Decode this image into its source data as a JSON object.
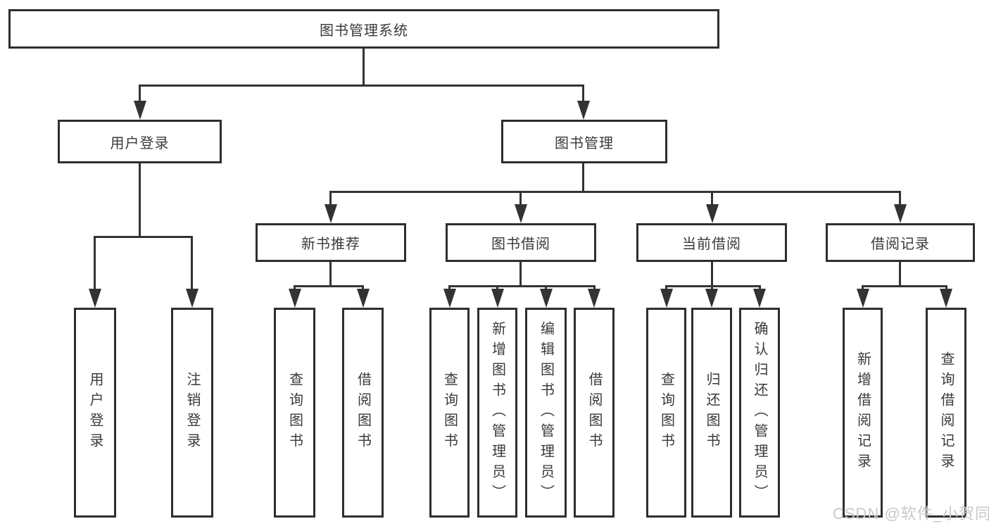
{
  "diagram": {
    "title": "图书管理系统",
    "root": {
      "label": "图书管理系统"
    },
    "level2": [
      {
        "id": "user-login",
        "label": "用户登录"
      },
      {
        "id": "book-management",
        "label": "图书管理"
      }
    ],
    "level3": [
      {
        "id": "new-book-recommend",
        "label": "新书推荐"
      },
      {
        "id": "book-borrow",
        "label": "图书借阅"
      },
      {
        "id": "current-borrow",
        "label": "当前借阅"
      },
      {
        "id": "borrow-records",
        "label": "借阅记录"
      }
    ],
    "leaves": [
      {
        "id": "user-login-leaf",
        "label": "用户登录"
      },
      {
        "id": "logout",
        "label": "注销登录"
      },
      {
        "id": "query-book-1",
        "label": "查询图书"
      },
      {
        "id": "borrow-book-1",
        "label": "借阅图书"
      },
      {
        "id": "query-book-2",
        "label": "查询图书"
      },
      {
        "id": "add-book-admin",
        "label": "新增图书（管理员）"
      },
      {
        "id": "edit-book-admin",
        "label": "编辑图书（管理员）"
      },
      {
        "id": "borrow-book-2",
        "label": "借阅图书"
      },
      {
        "id": "query-book-3",
        "label": "查询图书"
      },
      {
        "id": "return-book",
        "label": "归还图书"
      },
      {
        "id": "confirm-return-admin",
        "label": "确认归还（管理员）"
      },
      {
        "id": "add-borrow-record",
        "label": "新增借阅记录"
      },
      {
        "id": "query-borrow-record",
        "label": "查询借阅记录"
      }
    ]
  },
  "watermark": {
    "text": "CSDN @软件_小贺同学"
  },
  "colors": {
    "line": "#333333",
    "box_border": "#2e2e2e",
    "text": "#3a3a3a",
    "watermark": "#c9c9c9",
    "background": "#ffffff"
  }
}
